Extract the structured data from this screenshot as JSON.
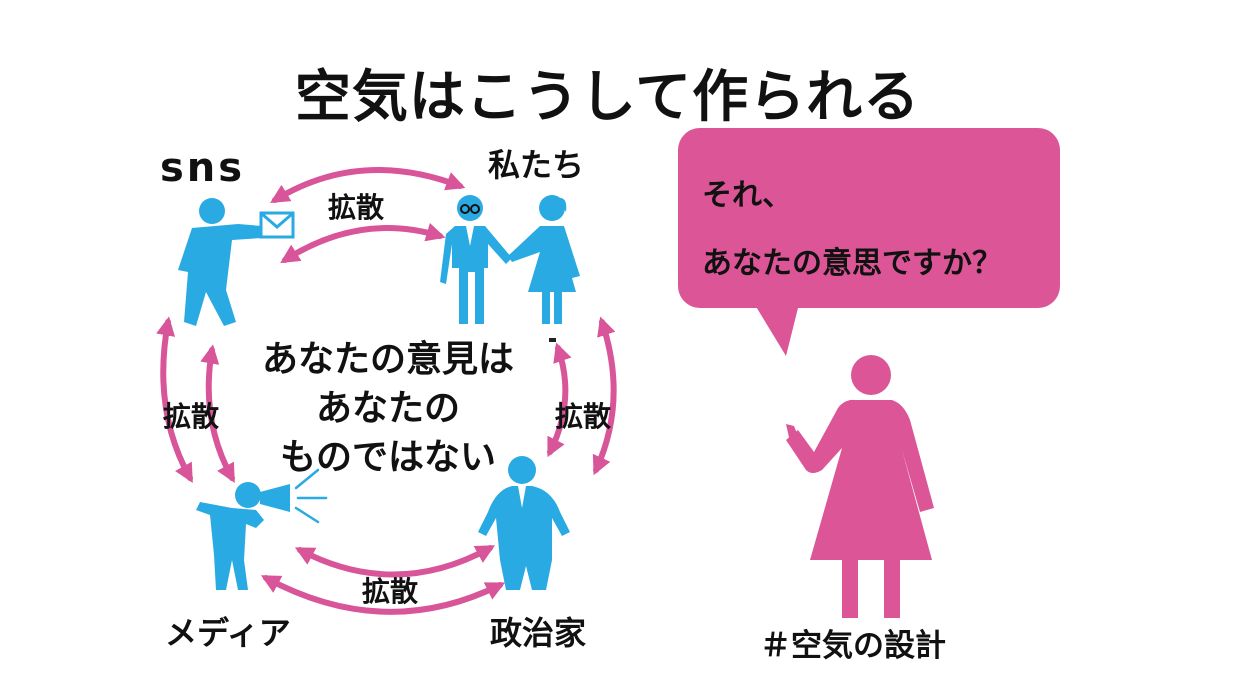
{
  "title": "空気はこうして作られる",
  "nodes": {
    "sns": "sns",
    "us": "私たち",
    "media": "メディア",
    "politician": "政治家"
  },
  "spread_labels": {
    "top": "拡散",
    "left": "拡散",
    "right": "拡散",
    "bottom": "拡散"
  },
  "center_message": [
    "あなたの意見は",
    "あなたの",
    "ものではない"
  ],
  "speech_bubble": {
    "line1": "それ、",
    "line2": "あなたの意思ですか？"
  },
  "hashtag": "＃空気の設計",
  "colors": {
    "blue": "#29aae2",
    "pink": "#d9559a",
    "bubble": "#dc5697",
    "text": "#111111"
  },
  "icons": [
    "sns-person-icon",
    "envelope-icon",
    "man-icon",
    "woman-icon",
    "media-person-icon",
    "megaphone-icon",
    "politician-icon",
    "woman-pink-icon"
  ]
}
